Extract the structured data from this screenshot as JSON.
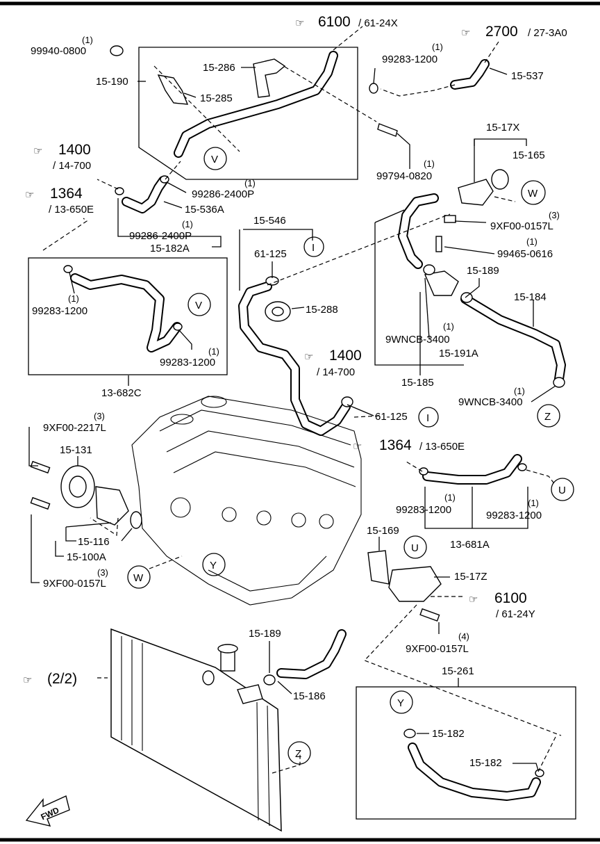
{
  "refs": {
    "r6100_top": {
      "main": "6100",
      "sub": "/ 61-24X"
    },
    "r2700": {
      "main": "2700",
      "sub": "/ 27-3A0"
    },
    "r1400_left": {
      "main": "1400",
      "sub": "/ 14-700"
    },
    "r1364_left": {
      "main": "1364",
      "sub": "/ 13-650E"
    },
    "r1400_mid": {
      "main": "1400",
      "sub": "/ 14-700"
    },
    "r1364_right": {
      "main": "1364",
      "sub": "/ 13-650E"
    },
    "r6100_right": {
      "main": "6100",
      "sub": "/ 61-24Y"
    },
    "r22": {
      "main": "(2/2)"
    }
  },
  "parts": {
    "p99940": "99940-0800",
    "p15190": "15-190",
    "p15286": "15-286",
    "p15285": "15-285",
    "p99283_top": "99283-1200",
    "p15537": "15-537",
    "p99794": "99794-0820",
    "p1400v": "V",
    "p99286_a": "99286-2400P",
    "p15536a": "15-536A",
    "p99286_b": "99286-2400P",
    "p15182a": "15-182A",
    "p15546": "15-546",
    "p61125_a": "61-125",
    "p15288": "15-288",
    "p99283_l1": "99283-1200",
    "p99283_l2": "99283-1200",
    "p13682c": "13-682C",
    "p1517x": "15-17X",
    "p15165": "15-165",
    "p9xf_a": "9XF00-0157L",
    "p99465": "99465-0616",
    "p15189_a": "15-189",
    "p15184": "15-184",
    "p9wncb_a": "9WNCB-3400",
    "p15191a": "15-191A",
    "p15185": "15-185",
    "p9wncb_b": "9WNCB-3400",
    "p61125_b": "61-125",
    "p9xf2217": "9XF00-2217L",
    "p15131": "15-131",
    "p15116": "15-116",
    "p15100a": "15-100A",
    "p9xf_b": "9XF00-0157L",
    "p99283_r1": "99283-1200",
    "p99283_r2": "99283-1200",
    "p13681a": "13-681A",
    "p15169": "15-169",
    "p1517z": "15-17Z",
    "p9xf_c": "9XF00-0157L",
    "p15189_b": "15-189",
    "p15186": "15-186",
    "p15261": "15-261",
    "p15182_a": "15-182",
    "p15182_b": "15-182"
  },
  "quantities": {
    "one": "(1)",
    "three": "(3)",
    "four": "(4)"
  },
  "circles": {
    "V": "V",
    "W": "W",
    "I": "I",
    "U": "U",
    "Y": "Y",
    "Z": "Z"
  },
  "fwd": "FWD"
}
